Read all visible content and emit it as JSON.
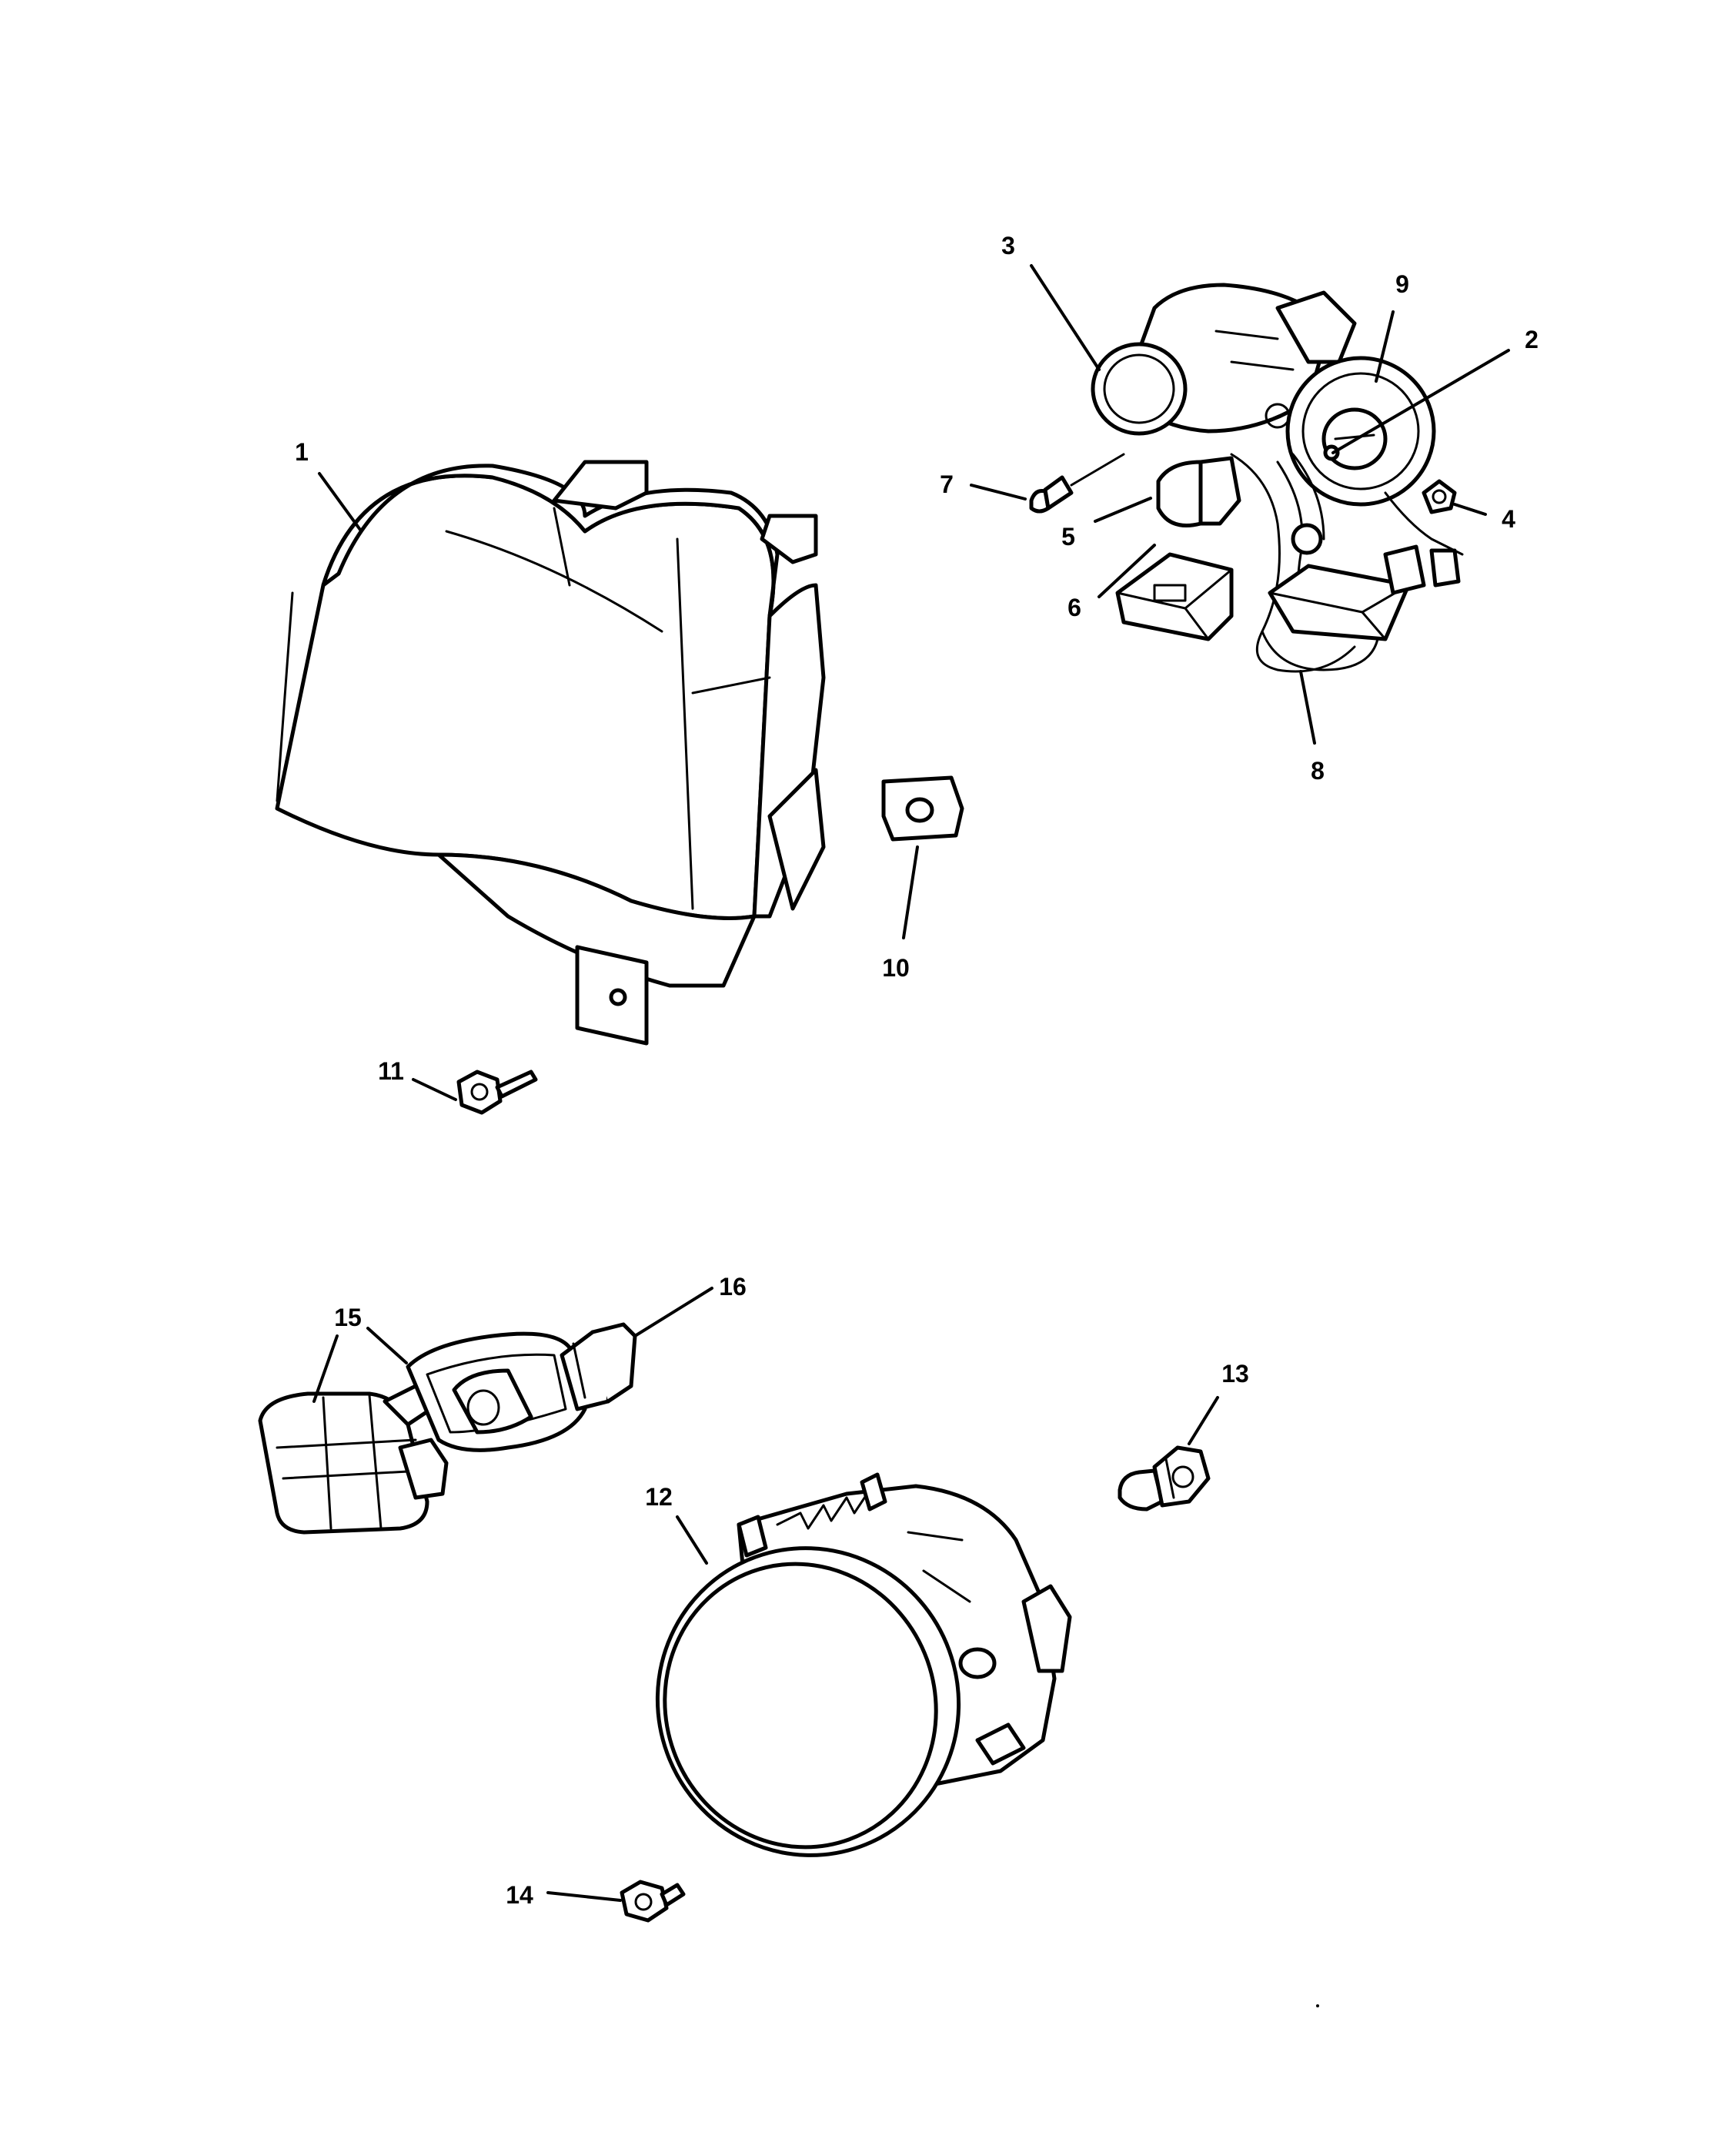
{
  "diagram": {
    "callouts": [
      {
        "id": "1",
        "label": "1"
      },
      {
        "id": "2",
        "label": "2"
      },
      {
        "id": "3",
        "label": "3"
      },
      {
        "id": "4",
        "label": "4"
      },
      {
        "id": "5",
        "label": "5"
      },
      {
        "id": "6",
        "label": "6"
      },
      {
        "id": "7",
        "label": "7"
      },
      {
        "id": "8",
        "label": "8"
      },
      {
        "id": "9",
        "label": "9"
      },
      {
        "id": "10",
        "label": "10"
      },
      {
        "id": "11",
        "label": "11"
      },
      {
        "id": "12",
        "label": "12"
      },
      {
        "id": "13",
        "label": "13"
      },
      {
        "id": "14",
        "label": "14"
      },
      {
        "id": "15",
        "label": "15"
      },
      {
        "id": "16",
        "label": "16"
      }
    ],
    "colors": {
      "background": "#ffffff",
      "line": "#000000"
    }
  }
}
